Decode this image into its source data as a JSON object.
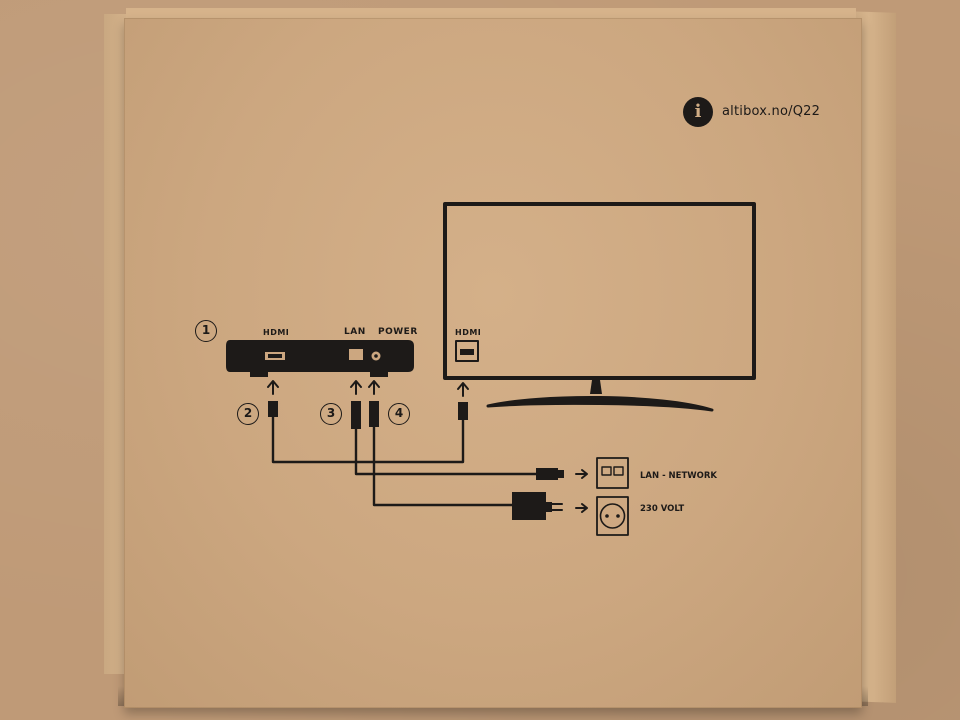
{
  "info": {
    "icon_glyph": "i",
    "url": "altibox.no/Q22"
  },
  "labels": {
    "hdmi_box": "HDMI",
    "lan": "LAN",
    "power": "POWER",
    "hdmi_tv": "HDMI",
    "lan_network": "LAN - NETWORK",
    "volt": "230 VOLT"
  },
  "steps": [
    "1",
    "2",
    "3",
    "4"
  ],
  "colors": {
    "cardboard": "#cca780",
    "ink": "#1d1a18",
    "desk": "#bf9a77"
  }
}
